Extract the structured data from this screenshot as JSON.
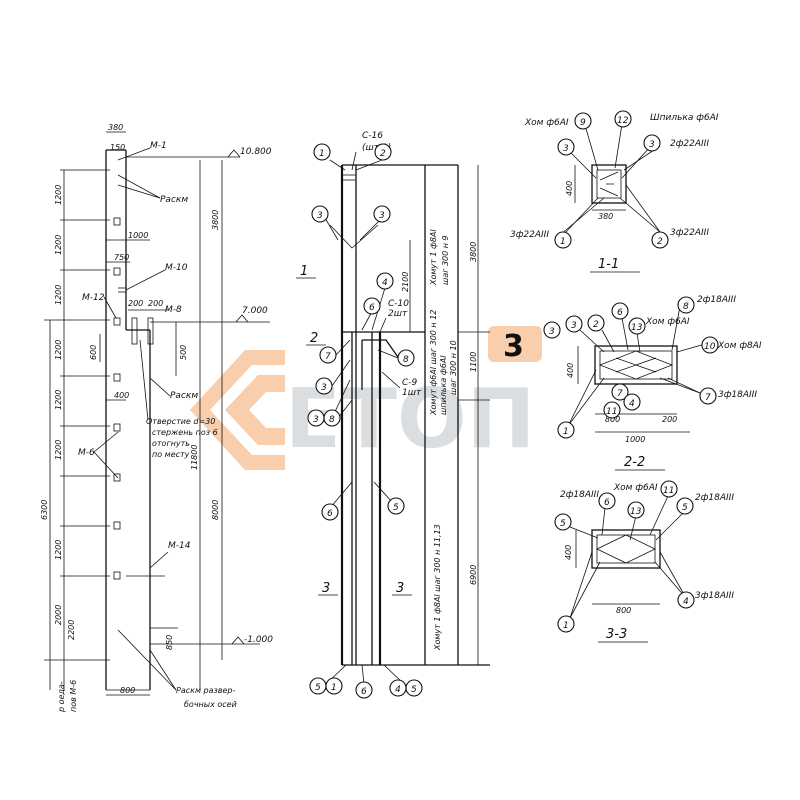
{
  "watermark": {
    "letters": "ЕТОП",
    "badge": "3"
  },
  "column_elevation": {
    "top_width": "380",
    "top_offset": "150",
    "embedded_m1": "М-1",
    "elev_top": "10.800",
    "bracing_label": "Раскм",
    "dims_left": [
      "1200",
      "1200",
      "1200",
      "1200",
      "1200",
      "1200",
      "1200",
      "2000",
      "2200"
    ],
    "total_left": "6300",
    "dim_1000": "1000",
    "dim_750": "750",
    "embedded_m10": "М-10",
    "embedded_m12": "М-12",
    "dim_200_left": "200",
    "dim_200_right": "200",
    "embedded_m8": "М-8",
    "elev_7000": "7.000",
    "dim_600": "600",
    "dim_500": "500",
    "dim_400": "400",
    "bracing_label_2": "Раскм",
    "note_hole": [
      "Отверстие d=30",
      "стержень поз 6",
      "отогнуть",
      "по месту"
    ],
    "embedded_m6": "М-6",
    "embedded_m14": "М-14",
    "dim_3800": "3800",
    "dim_11800": "11800",
    "dim_8000": "8000",
    "elev_bottom": "-1.000",
    "dim_850": "850",
    "dim_800": "800",
    "bottom_note": [
      "Раскм развер-",
      "бочных осей"
    ],
    "bottom_left": [
      "р оеда-",
      "пов М-6"
    ]
  },
  "reinforcement_section": {
    "c16": "С-16",
    "c16_qty": "(шт 2)",
    "sec1": "1",
    "sec2": "2",
    "sec3": "3",
    "c10": "С-10",
    "c10_qty": "2шт",
    "c9": "С-9",
    "c9_qty": "1шт",
    "dim_2100": "2100",
    "dim_3800": "3800",
    "dim_1100": "1100",
    "dim_6900": "6900",
    "callouts": [
      "1",
      "2",
      "3",
      "3",
      "4",
      "6",
      "7",
      "8",
      "3",
      "3",
      "8",
      "6",
      "5",
      "5",
      "1",
      "6",
      "4",
      "5"
    ],
    "note_top": [
      "Хомут 1 ф8АI",
      "шаг 300 н 9"
    ],
    "note_mid": [
      "Хомут ф6АI шаг 300 н 12",
      "шпилька ф6АI",
      "шаг 300 н 10"
    ],
    "note_long": "Хомут 1 ф8АI шаг 300 н 11,13"
  },
  "section_1_1": {
    "title": "1-1",
    "lbl_tl": "Хом ф6АI",
    "lbl_tr": "Шпилька ф6АI",
    "lbl_r1": "2ф22АIII",
    "lbl_bl": "3ф22АIII",
    "lbl_br": "3ф22АIII",
    "dim_w": "380",
    "dim_h": "400",
    "callouts": [
      "9",
      "12",
      "3",
      "3",
      "1",
      "2"
    ]
  },
  "section_2_2": {
    "title": "2-2",
    "lbl_r1": "2ф18АIII",
    "lbl_r2": "Хом ф6АI",
    "lbl_r3": "Хом ф8АI",
    "lbl_br": "3ф18АIII",
    "dim_w": "800",
    "dim_w2": "1000",
    "dim_h": "400",
    "dim_200": "200",
    "callouts": [
      "8",
      "6",
      "3",
      "2",
      "13",
      "10",
      "7",
      "11",
      "4",
      "7",
      "1",
      "3"
    ]
  },
  "section_3_3": {
    "title": "3-3",
    "lbl_tl": "2ф18АIII",
    "lbl_tm": "Хом ф6АI",
    "lbl_tr": "2ф18АIII",
    "lbl_br": "3ф18АIII",
    "dim_w": "800",
    "dim_h": "400",
    "callouts": [
      "5",
      "6",
      "13",
      "11",
      "5",
      "1",
      "4"
    ]
  }
}
